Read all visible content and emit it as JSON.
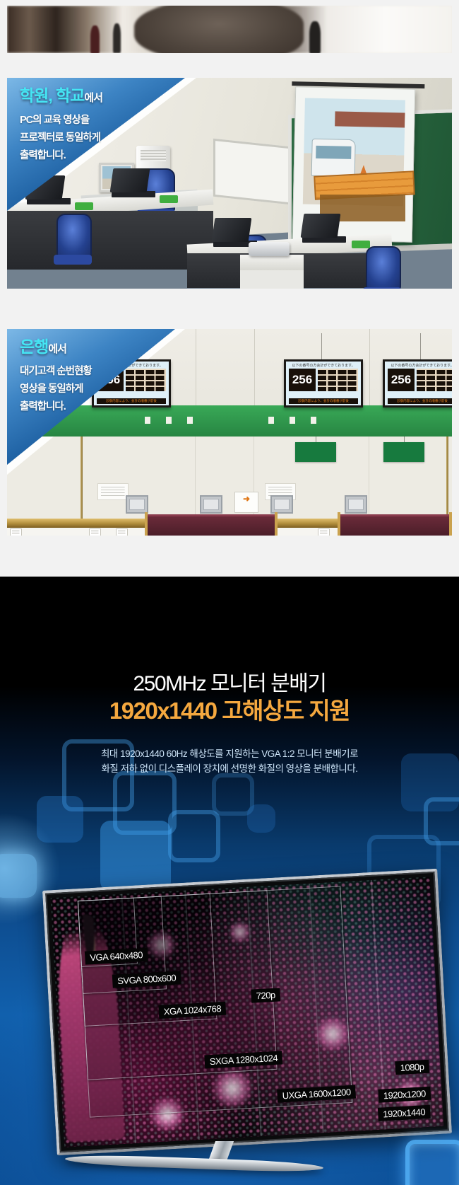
{
  "classroom": {
    "title_highlight": "학원, 학교",
    "title_suffix": "에서",
    "desc_lines": [
      "PC의 교육 영상을",
      "프로젝터로 동일하게",
      "출력합니다."
    ]
  },
  "bank": {
    "title_highlight": "은행",
    "title_suffix": "에서",
    "desc_lines": [
      "대기고객 순번현황",
      "영상을 동일하게",
      "출력합니다."
    ],
    "queue_display": {
      "header": "以下の番号の方会計ができております。",
      "number": "256",
      "footer": "診察内容により、会計の順番が前後"
    },
    "arrow_icon": "➜"
  },
  "product": {
    "title": "250MHz 모니터 분배기",
    "subtitle": "1920x1440 고해상도 지원",
    "desc_lines": [
      "최대 1920x1440 60Hz 해상도를 지원하는 VGA 1:2 모니터 분배기로",
      "화질 저하 없이 디스플레이 장치에 선명한 화질의 영상을 분배합니다."
    ],
    "resolution_labels": [
      "VGA 640x480",
      "SVGA 800x600",
      "XGA 1024x768",
      "720p",
      "SXGA 1280x1024",
      "UXGA 1600x1200",
      "1080p",
      "1920x1200",
      "1920x1440"
    ]
  },
  "colors": {
    "subtitle_orange": "#f5a83f",
    "desc_blue": "#cfe6fa",
    "highlight_cyan": "#45e6f4",
    "ribbon_blue": "#1a5c9e",
    "green_band": "#2f9e4f"
  }
}
